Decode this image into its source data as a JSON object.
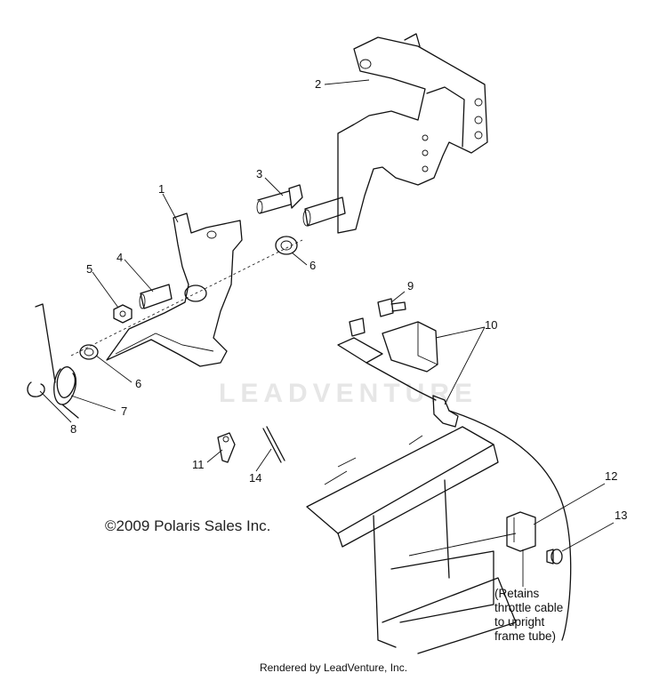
{
  "callouts": {
    "c1": "1",
    "c2": "2",
    "c3": "3",
    "c4": "4",
    "c5": "5",
    "c6a": "6",
    "c6b": "6",
    "c7": "7",
    "c8": "8",
    "c9": "9",
    "c10": "10",
    "c11": "11",
    "c12": "12",
    "c13": "13",
    "c14": "14"
  },
  "copyright": "©2009 Polaris Sales Inc.",
  "note": {
    "line1": "(Retains",
    "line2": "throttle cable",
    "line3": "to upright",
    "line4": "frame tube)"
  },
  "watermark": "LEADVENTURE",
  "footer": "Rendered by LeadVenture, Inc."
}
